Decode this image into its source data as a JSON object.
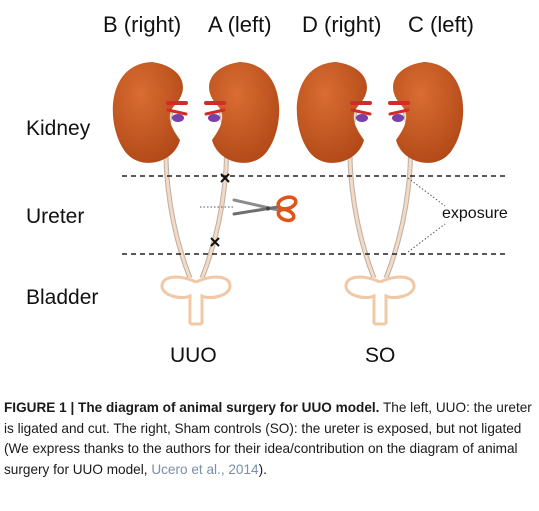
{
  "columns": {
    "b": "B (right)",
    "a": "A (left)",
    "d": "D (right)",
    "c": "C (left)"
  },
  "rows": {
    "kidney": "Kidney",
    "ureter": "Ureter",
    "bladder": "Bladder"
  },
  "annotation": "exposure",
  "groups": {
    "uuo": "UUO",
    "so": "SO"
  },
  "colors": {
    "kidney": "#c65a24",
    "vessel_red": "#d42a2a",
    "vessel_purple": "#7a3fa8",
    "ureter": "#f1c8a6",
    "scissors": "#e0541a"
  },
  "icons": [
    "scissors-icon",
    "ligature-mark-icon"
  ],
  "caption": {
    "label": "FIGURE 1 | The diagram of animal surgery for UUO model.",
    "text": " The left, UUO: the ureter is ligated and cut. The right, Sham controls (SO): the ureter is exposed, but not ligated (We express thanks to the authors for their idea/contribution on the diagram of animal surgery for UUO model, ",
    "citation": "Ucero et al., 2014",
    "end": ")."
  }
}
